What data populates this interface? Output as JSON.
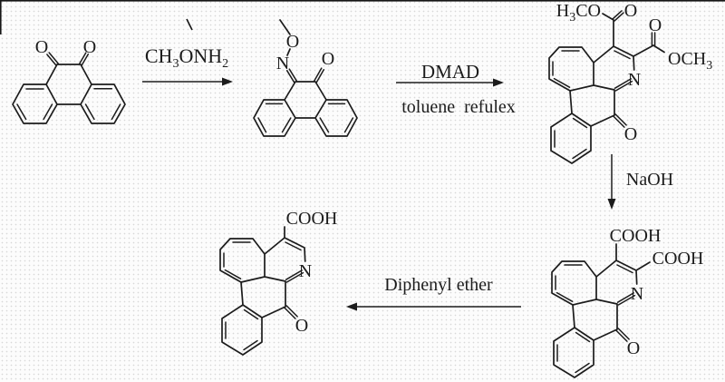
{
  "colors": {
    "ink": "#1c1c1c",
    "background": "#fcfcfc",
    "dot": "#d8d8d8"
  },
  "scheme": {
    "arrows": {
      "step1": {
        "reagent_formula": [
          {
            "t": "CH"
          },
          {
            "t": "3",
            "sub": true
          },
          {
            "t": "ONH"
          },
          {
            "t": "2",
            "sub": true
          }
        ]
      },
      "step2": {
        "reagent": "DMAD",
        "conditions": "toluene  refulex"
      },
      "step3": {
        "reagent": "NaOH"
      },
      "step4": {
        "reagent": "Diphenyl ether"
      }
    },
    "structures": {
      "phenanthrenequinone": {
        "o_left": "O",
        "o_right": "O"
      },
      "methoxime": {
        "n": "N",
        "o_methoxy": "O",
        "o_ketone": "O"
      },
      "diester": {
        "methoxy_left": [
          {
            "t": "H"
          },
          {
            "t": "3",
            "sub": true
          },
          {
            "t": "CO"
          }
        ],
        "o_upper_left": "O",
        "o_upper_right": "O",
        "methoxy_right": [
          {
            "t": "OCH"
          },
          {
            "t": "3",
            "sub": true
          }
        ],
        "n": "N",
        "o_ketone": "O"
      },
      "diacid": {
        "cooh_top": "COOH",
        "cooh_right": "COOH",
        "n": "N",
        "o_ketone": "O"
      },
      "monoacid": {
        "cooh": "COOH",
        "n": "N",
        "o_ketone": "O"
      }
    }
  }
}
